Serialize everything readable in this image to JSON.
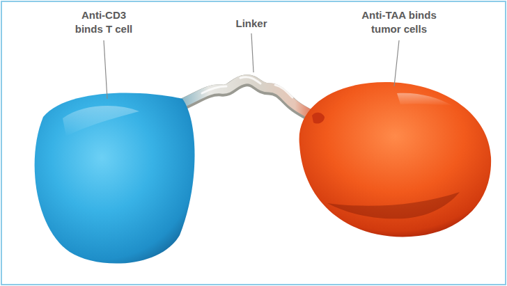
{
  "diagram": {
    "labels": [
      "Anti-CD3 binds T cell",
      "Linker",
      "Anti-TAA binds tumor cells"
    ]
  }
}
